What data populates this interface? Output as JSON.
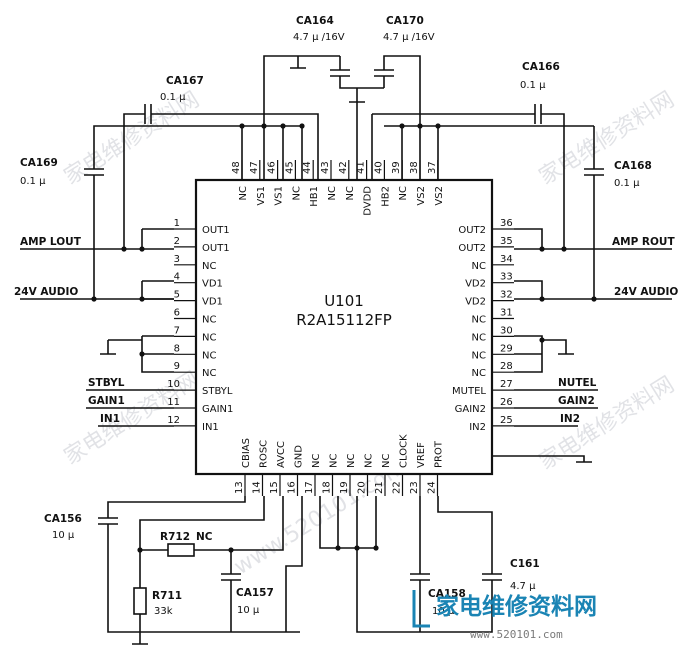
{
  "chip": {
    "name": "U101",
    "part": "R2A15112FP"
  },
  "components": {
    "ca164": {
      "name": "CA164",
      "value": "4.7 μ /16V"
    },
    "ca170": {
      "name": "CA170",
      "value": "4.7 μ /16V"
    },
    "ca167": {
      "name": "CA167",
      "value": "0.1 μ"
    },
    "ca166": {
      "name": "CA166",
      "value": "0.1 μ"
    },
    "ca169": {
      "name": "CA169",
      "value": "0.1 μ"
    },
    "ca168": {
      "name": "CA168",
      "value": "0.1 μ"
    },
    "ca156": {
      "name": "CA156",
      "value": "10 μ"
    },
    "ca157": {
      "name": "CA157",
      "value": "10 μ"
    },
    "ca158": {
      "name": "CA158",
      "value": "10 μ"
    },
    "c161": {
      "name": "C161",
      "value": "4.7 μ"
    },
    "r712": {
      "name": "R712",
      "value": "NC"
    },
    "r711": {
      "name": "R711",
      "value": "33k"
    }
  },
  "nets": {
    "amp_lout": "AMP LOUT",
    "amp_rout": "AMP ROUT",
    "audio_left": "24V AUDIO",
    "audio_right": "24V AUDIO",
    "stbyl": "STBYL",
    "gain1": "GAIN1",
    "in1": "IN1",
    "nutel": "NUTEL",
    "gain2": "GAIN2",
    "in2": "IN2"
  },
  "pins_left": [
    {
      "num": "1",
      "name": "OUT1"
    },
    {
      "num": "2",
      "name": "OUT1"
    },
    {
      "num": "3",
      "name": "NC"
    },
    {
      "num": "4",
      "name": "VD1"
    },
    {
      "num": "5",
      "name": "VD1"
    },
    {
      "num": "6",
      "name": "NC"
    },
    {
      "num": "7",
      "name": "NC"
    },
    {
      "num": "8",
      "name": "NC"
    },
    {
      "num": "9",
      "name": "NC"
    },
    {
      "num": "10",
      "name": "STBYL"
    },
    {
      "num": "11",
      "name": "GAIN1"
    },
    {
      "num": "12",
      "name": "IN1"
    }
  ],
  "pins_right": [
    {
      "num": "36",
      "name": "OUT2"
    },
    {
      "num": "35",
      "name": "OUT2"
    },
    {
      "num": "34",
      "name": "NC"
    },
    {
      "num": "33",
      "name": "VD2"
    },
    {
      "num": "32",
      "name": "VD2"
    },
    {
      "num": "31",
      "name": "NC"
    },
    {
      "num": "30",
      "name": "NC"
    },
    {
      "num": "29",
      "name": "NC"
    },
    {
      "num": "28",
      "name": "NC"
    },
    {
      "num": "27",
      "name": "MUTEL"
    },
    {
      "num": "26",
      "name": "GAIN2"
    },
    {
      "num": "25",
      "name": "IN2"
    }
  ],
  "pins_top": [
    {
      "num": "48",
      "name": "NC"
    },
    {
      "num": "47",
      "name": "VS1"
    },
    {
      "num": "46",
      "name": "VS1"
    },
    {
      "num": "45",
      "name": "NC"
    },
    {
      "num": "44",
      "name": "HB1"
    },
    {
      "num": "43",
      "name": "NC"
    },
    {
      "num": "42",
      "name": "NC"
    },
    {
      "num": "41",
      "name": "DVDD"
    },
    {
      "num": "40",
      "name": "HB2"
    },
    {
      "num": "39",
      "name": "NC"
    },
    {
      "num": "38",
      "name": "VS2"
    },
    {
      "num": "37",
      "name": "VS2"
    }
  ],
  "pins_bottom": [
    {
      "num": "13",
      "name": "CBIAS"
    },
    {
      "num": "14",
      "name": "ROSC"
    },
    {
      "num": "15",
      "name": "AVCC"
    },
    {
      "num": "16",
      "name": "GND"
    },
    {
      "num": "17",
      "name": "NC"
    },
    {
      "num": "18",
      "name": "NC"
    },
    {
      "num": "19",
      "name": "NC"
    },
    {
      "num": "20",
      "name": "NC"
    },
    {
      "num": "21",
      "name": "NC"
    },
    {
      "num": "22",
      "name": "CLOCK"
    },
    {
      "num": "23",
      "name": "VREF"
    },
    {
      "num": "24",
      "name": "PROT"
    }
  ],
  "watermark": {
    "text_cn": "家电维修资料网",
    "site": "www.520101.com",
    "logo": "家电维修资料网",
    "logo_url": "www.520101.com"
  }
}
